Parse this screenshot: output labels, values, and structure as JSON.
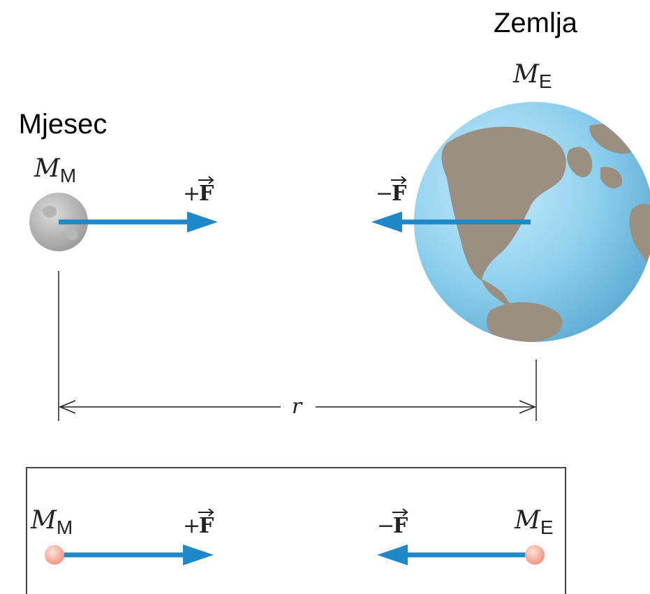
{
  "top": {
    "moon_label": "Mjesec",
    "earth_label": "Zemlja",
    "moon_mass": {
      "symbol": "M",
      "subscript": "M"
    },
    "earth_mass": {
      "symbol": "M",
      "subscript": "E"
    },
    "force_on_moon": {
      "sign": "+",
      "symbol": "F"
    },
    "force_on_earth": {
      "sign": "−",
      "symbol": "F"
    },
    "distance_label": "r"
  },
  "bottom": {
    "moon_mass": {
      "symbol": "M",
      "subscript": "M"
    },
    "earth_mass": {
      "symbol": "M",
      "subscript": "E"
    },
    "force_on_moon": {
      "sign": "+",
      "symbol": "F"
    },
    "force_on_earth": {
      "sign": "−",
      "symbol": "F"
    }
  },
  "colors": {
    "arrow": "#1e88c8",
    "moon": "#a8a8a8",
    "ocean": "#8fd0ee",
    "land": "#9a8f80",
    "point_mass": "#f2a090",
    "line": "#222222"
  }
}
